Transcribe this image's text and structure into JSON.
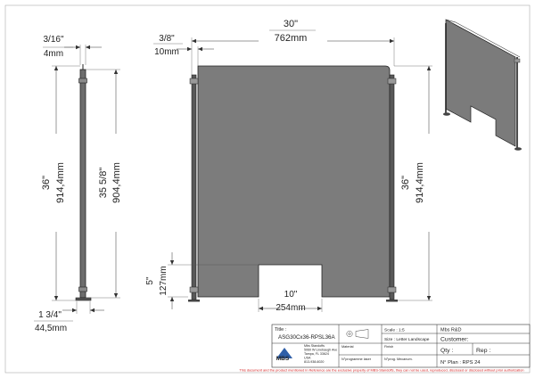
{
  "side_view": {
    "top_width_imperial": "3/16\"",
    "top_width_metric": "4mm",
    "outer_height_imperial": "36\"",
    "outer_height_metric": "914,4mm",
    "inner_height_imperial": "35 5/8\"",
    "inner_height_metric": "904,4mm",
    "base_width_imperial": "1 3/4\"",
    "base_width_metric": "44,5mm"
  },
  "front_view": {
    "width_imperial": "30\"",
    "width_metric": "762mm",
    "post_offset_imperial": "3/8\"",
    "post_offset_metric": "10mm",
    "height_imperial": "36\"",
    "height_metric": "914,4mm",
    "cutout_height_imperial": "5\"",
    "cutout_height_metric": "127mm",
    "cutout_width_imperial": "10\"",
    "cutout_width_metric": "254mm"
  },
  "title_block": {
    "title_label": "Title :",
    "title_value": "ASG30Cx36-RPSL36A",
    "scale": "Scale : 1:5",
    "size": "Size : Letter Landscape",
    "company": "Mbs R&D",
    "customer_label": "Customer:",
    "material_label": "Material",
    "finish_label": "Finish",
    "qty_label": "Qty :",
    "rep_label": "Rep :",
    "program_laser_label": "N°programme laser",
    "prog_mecanum_label": "N°prog. Mecanum.",
    "plan_number": "N° Plan : RPS 24",
    "logo_text": "MBS",
    "address_line1": "Mbs Standoffs",
    "address_line2": "5060 W Linebaugh Ave",
    "address_line3": "Tampa, FL 33624",
    "address_line4": "USA",
    "address_line5": "813-938-6020"
  },
  "footer_note": "This document and the product mentioned in Reference are the exclusive property of MBS-Standoffs, they can not be used, reproduced, disclosed or disclosed without prior authorization"
}
